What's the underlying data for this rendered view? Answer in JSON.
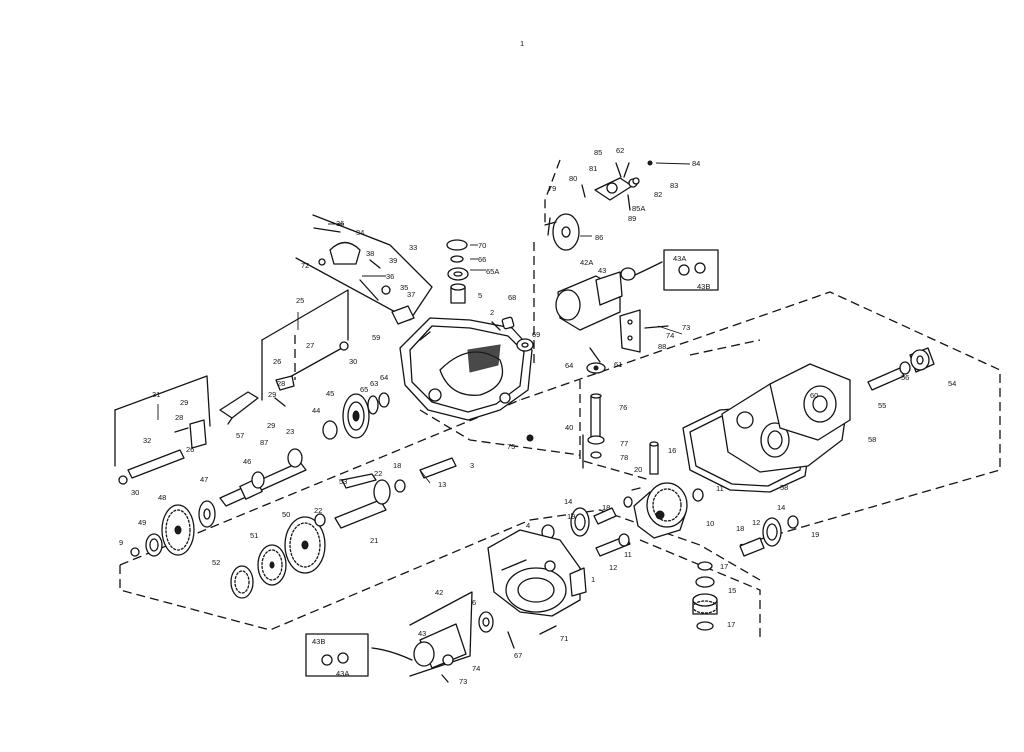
{
  "page_mark": "1",
  "labels": [
    {
      "id": "84",
      "text": "84"
    },
    {
      "id": "85",
      "text": "85"
    },
    {
      "id": "62",
      "text": "62"
    },
    {
      "id": "81",
      "text": "81"
    },
    {
      "id": "83",
      "text": "83"
    },
    {
      "id": "82",
      "text": "82"
    },
    {
      "id": "85A",
      "text": "85A"
    },
    {
      "id": "80",
      "text": "80"
    },
    {
      "id": "89",
      "text": "89"
    },
    {
      "id": "79",
      "text": "79"
    },
    {
      "id": "86",
      "text": "86"
    },
    {
      "id": "70",
      "text": "70"
    },
    {
      "id": "66",
      "text": "66"
    },
    {
      "id": "65A",
      "text": "65A"
    },
    {
      "id": "5",
      "text": "5"
    },
    {
      "id": "36a",
      "text": "36"
    },
    {
      "id": "34",
      "text": "34"
    },
    {
      "id": "33",
      "text": "33"
    },
    {
      "id": "72",
      "text": "72"
    },
    {
      "id": "38",
      "text": "38"
    },
    {
      "id": "39",
      "text": "39"
    },
    {
      "id": "36b",
      "text": "36"
    },
    {
      "id": "35",
      "text": "35"
    },
    {
      "id": "37",
      "text": "37"
    },
    {
      "id": "59",
      "text": "59"
    },
    {
      "id": "2",
      "text": "2"
    },
    {
      "id": "68",
      "text": "68"
    },
    {
      "id": "69",
      "text": "69"
    },
    {
      "id": "42A",
      "text": "42A"
    },
    {
      "id": "43A",
      "text": "43A"
    },
    {
      "id": "43",
      "text": "43"
    },
    {
      "id": "43B",
      "text": "43B"
    },
    {
      "id": "73",
      "text": "73"
    },
    {
      "id": "74",
      "text": "74"
    },
    {
      "id": "88",
      "text": "88"
    },
    {
      "id": "64a",
      "text": "64"
    },
    {
      "id": "61",
      "text": "61"
    },
    {
      "id": "25",
      "text": "25"
    },
    {
      "id": "27",
      "text": "27"
    },
    {
      "id": "26",
      "text": "26"
    },
    {
      "id": "30a",
      "text": "30"
    },
    {
      "id": "28a",
      "text": "28"
    },
    {
      "id": "29a",
      "text": "29"
    },
    {
      "id": "65",
      "text": "65"
    },
    {
      "id": "63",
      "text": "63"
    },
    {
      "id": "64b",
      "text": "64"
    },
    {
      "id": "45",
      "text": "45"
    },
    {
      "id": "44",
      "text": "44"
    },
    {
      "id": "31",
      "text": "31"
    },
    {
      "id": "29b",
      "text": "29"
    },
    {
      "id": "28b",
      "text": "28"
    },
    {
      "id": "26b",
      "text": "26"
    },
    {
      "id": "57",
      "text": "57"
    },
    {
      "id": "29c",
      "text": "29"
    },
    {
      "id": "23",
      "text": "23"
    },
    {
      "id": "87",
      "text": "87"
    },
    {
      "id": "32",
      "text": "32"
    },
    {
      "id": "30b",
      "text": "30"
    },
    {
      "id": "76",
      "text": "76"
    },
    {
      "id": "40",
      "text": "40"
    },
    {
      "id": "77",
      "text": "77"
    },
    {
      "id": "78",
      "text": "78"
    },
    {
      "id": "75",
      "text": "75"
    },
    {
      "id": "53",
      "text": "53"
    },
    {
      "id": "22a",
      "text": "22"
    },
    {
      "id": "18a",
      "text": "18"
    },
    {
      "id": "3",
      "text": "3"
    },
    {
      "id": "13",
      "text": "13"
    },
    {
      "id": "46",
      "text": "46"
    },
    {
      "id": "47",
      "text": "47"
    },
    {
      "id": "48",
      "text": "48"
    },
    {
      "id": "49",
      "text": "49"
    },
    {
      "id": "9",
      "text": "9"
    },
    {
      "id": "50",
      "text": "50"
    },
    {
      "id": "22b",
      "text": "22"
    },
    {
      "id": "21",
      "text": "21"
    },
    {
      "id": "51",
      "text": "51"
    },
    {
      "id": "52",
      "text": "52"
    },
    {
      "id": "60",
      "text": "60"
    },
    {
      "id": "54",
      "text": "54"
    },
    {
      "id": "56",
      "text": "56"
    },
    {
      "id": "55",
      "text": "55"
    },
    {
      "id": "58a",
      "text": "58"
    },
    {
      "id": "16",
      "text": "16"
    },
    {
      "id": "58b",
      "text": "58"
    },
    {
      "id": "20",
      "text": "20"
    },
    {
      "id": "11a",
      "text": "11"
    },
    {
      "id": "10",
      "text": "10"
    },
    {
      "id": "14a",
      "text": "14"
    },
    {
      "id": "18b",
      "text": "18"
    },
    {
      "id": "19a",
      "text": "19"
    },
    {
      "id": "4",
      "text": "4"
    },
    {
      "id": "11b",
      "text": "11"
    },
    {
      "id": "12a",
      "text": "12"
    },
    {
      "id": "1",
      "text": "1"
    },
    {
      "id": "18c",
      "text": "18"
    },
    {
      "id": "12b",
      "text": "12"
    },
    {
      "id": "14b",
      "text": "14"
    },
    {
      "id": "19b",
      "text": "19"
    },
    {
      "id": "17a",
      "text": "17"
    },
    {
      "id": "15",
      "text": "15"
    },
    {
      "id": "17b",
      "text": "17"
    },
    {
      "id": "42",
      "text": "42"
    },
    {
      "id": "67",
      "text": "67"
    },
    {
      "id": "71",
      "text": "71"
    },
    {
      "id": "6",
      "text": "6"
    },
    {
      "id": "43c",
      "text": "43"
    },
    {
      "id": "74b",
      "text": "74"
    },
    {
      "id": "73b",
      "text": "73"
    },
    {
      "id": "43Bb",
      "text": "43B"
    },
    {
      "id": "43Ab",
      "text": "43A"
    }
  ]
}
